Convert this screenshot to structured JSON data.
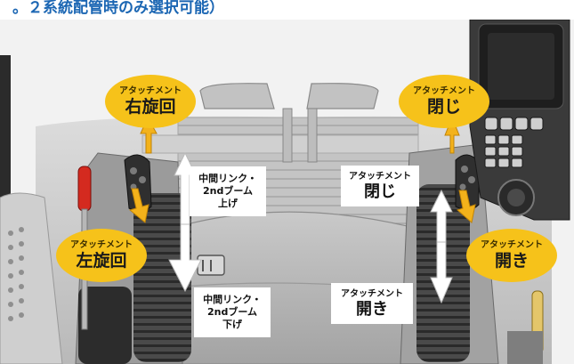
{
  "header": {
    "title": "。２系統配管時のみ選択可能）"
  },
  "labels": {
    "right_swing": {
      "small": "アタッチメント",
      "large": "右旋回"
    },
    "left_swing": {
      "small": "アタッチメント",
      "large": "左旋回"
    },
    "close_callout": {
      "small": "アタッチメント",
      "large": "閉じ"
    },
    "open_callout": {
      "small": "アタッチメント",
      "large": "開き"
    },
    "raise_box": {
      "line1": "中間リンク・",
      "line2": "2ndブーム",
      "line3": "上げ"
    },
    "lower_box": {
      "line1": "中間リンク・",
      "line2": "2ndブーム",
      "line3": "下げ"
    },
    "close_box": {
      "small": "アタッチメント",
      "large": "閉じ"
    },
    "open_box": {
      "small": "アタッチメント",
      "large": "開き"
    }
  },
  "colors": {
    "callout_fill": "#f6c21a",
    "arrow_orange": "#f3b21b",
    "title_blue": "#1b66b3"
  }
}
